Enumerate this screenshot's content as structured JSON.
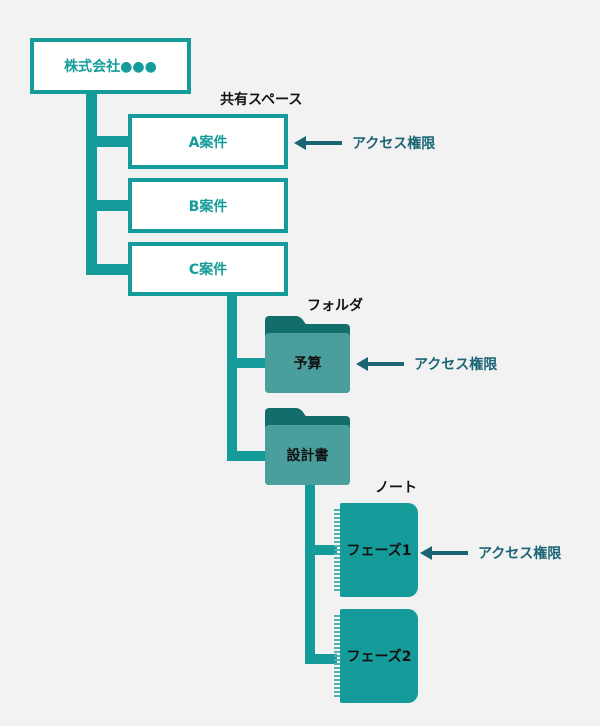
{
  "company": {
    "label": "株式会社●●●"
  },
  "section_labels": {
    "shared_space": "共有スペース",
    "folder": "フォルダ",
    "note": "ノート"
  },
  "spaces": [
    {
      "label": "A案件"
    },
    {
      "label": "B案件"
    },
    {
      "label": "C案件"
    }
  ],
  "folders": [
    {
      "label": "予算"
    },
    {
      "label": "設計書"
    }
  ],
  "notes": [
    {
      "label": "フェーズ1"
    },
    {
      "label": "フェーズ2"
    }
  ],
  "access_labels": [
    {
      "label": "アクセス権限",
      "target": "A案件"
    },
    {
      "label": "アクセス権限",
      "target": "予算"
    },
    {
      "label": "アクセス権限",
      "target": "フェーズ1"
    }
  ],
  "colors": {
    "teal": "#159c9a",
    "dark_teal": "#126e6a",
    "folder_front": "#4a9e9b",
    "arrow": "#1a6474",
    "background": "#f2f2f2"
  }
}
